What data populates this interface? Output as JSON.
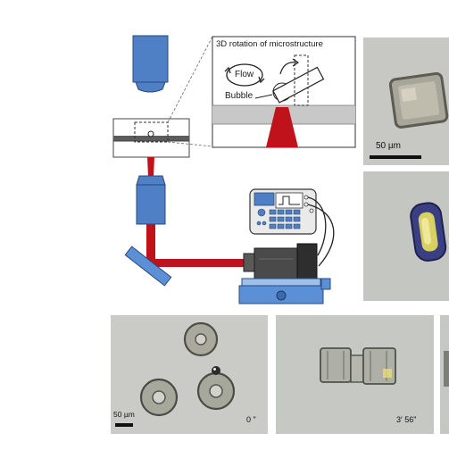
{
  "inset": {
    "title": "3D rotation of microstructure",
    "flow_label": "Flow",
    "bubble_label": "Bubble"
  },
  "micrographs": {
    "top_right": {
      "scale_label": "50 µm"
    },
    "bottom_left": {
      "scale_label": "50 µm",
      "time_label": "0 ʺ"
    },
    "bottom_middle": {
      "time_label": "3′ 56ʺ"
    }
  },
  "colors": {
    "objective_blue": "#4f7fc4",
    "laser_red": "#c0121a",
    "micrograph_bg": "#c9cbc6",
    "device_grey": "#d4d4d4",
    "stage_blue": "#5b8fd6"
  }
}
